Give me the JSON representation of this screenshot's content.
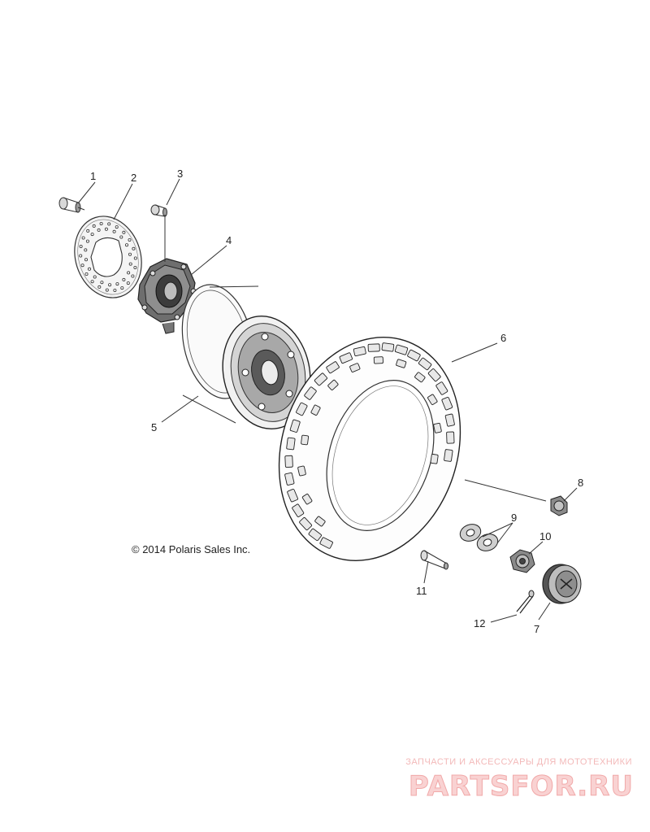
{
  "copyright": "© 2014 Polaris Sales Inc.",
  "callouts": [
    "1",
    "2",
    "3",
    "4",
    "5",
    "6",
    "7",
    "8",
    "9",
    "10",
    "11",
    "12"
  ],
  "watermark": {
    "tagline": "ЗАПЧАСТИ И АКСЕССУАРЫ ДЛЯ МОТОТЕХНИКИ",
    "logo": "PARTSFOR.RU"
  }
}
